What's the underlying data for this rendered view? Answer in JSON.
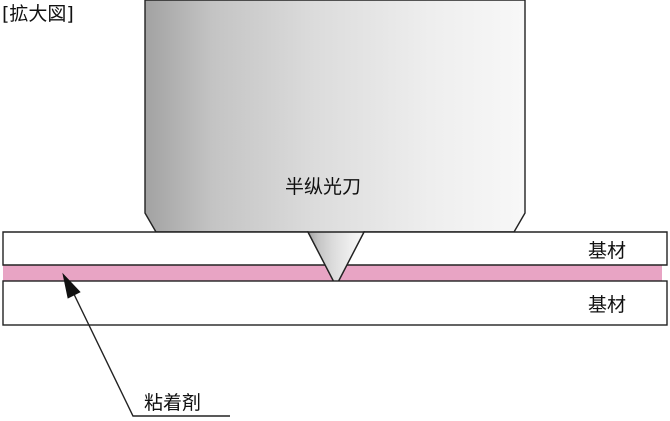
{
  "header": {
    "title": "[拡大図]"
  },
  "blade": {
    "label": "半纵光刀"
  },
  "layers": {
    "top_substrate_label": "基材",
    "bottom_substrate_label": "基材",
    "adhesive_label": "粘着剤"
  },
  "colors": {
    "adhesive": "#e8a4c4",
    "blade_dark": "#a6a6a6",
    "blade_light": "#f4f4f4",
    "outline": "#222222",
    "substrate_fill": "#ffffff"
  }
}
